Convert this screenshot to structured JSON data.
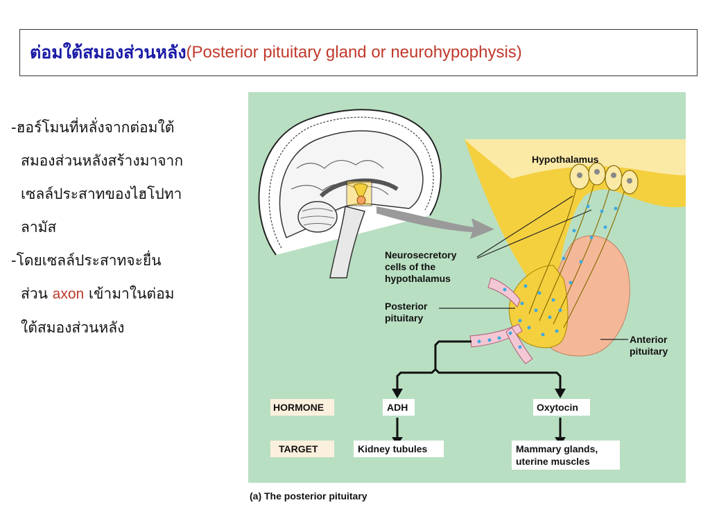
{
  "title": {
    "thai": "ต่อมใต้สมองส่วนหลัง",
    "english": "(Posterior pituitary gland or neurohypophysis)"
  },
  "bullets": {
    "b1": [
      "-ฮอร์โมนที่หลั่งจากต่อมใต้",
      "สมองส่วนหลังสร้างมาจาก",
      "เซลล์ประสาทของไฮโปทา",
      "ลามัส"
    ],
    "b2_line1": "-โดยเซลล์ประสาทจะยื่น",
    "b2_line2_pre": "ส่วน ",
    "b2_line2_red": "axon",
    "b2_line2_post": " เข้ามาในต่อม",
    "b2_line3": "ใต้สมองส่วนหลัง"
  },
  "diagram": {
    "hypothalamus": "Hypothalamus",
    "neurosecretory": [
      "Neurosecretory",
      "cells of the",
      "hypothalamus"
    ],
    "posterior": [
      "Posterior",
      "pituitary"
    ],
    "anterior": [
      "Anterior",
      "pituitary"
    ],
    "hormone_label": "HORMONE",
    "target_label": "TARGET",
    "adh": "ADH",
    "oxytocin": "Oxytocin",
    "kidney": "Kidney tubules",
    "mammary": [
      "Mammary glands,",
      "uterine muscles"
    ]
  },
  "caption": "(a) The posterior pituitary",
  "colors": {
    "panel_bg": "#b9dfc2",
    "hypothalamus_fill": "#f4d03f",
    "anterior_fill": "#f4b899",
    "title_blue": "#1a1aa6",
    "accent_red": "#c0392b",
    "granule_blue": "#3fa9e0",
    "vessel_pink": "#f3c8d4"
  }
}
